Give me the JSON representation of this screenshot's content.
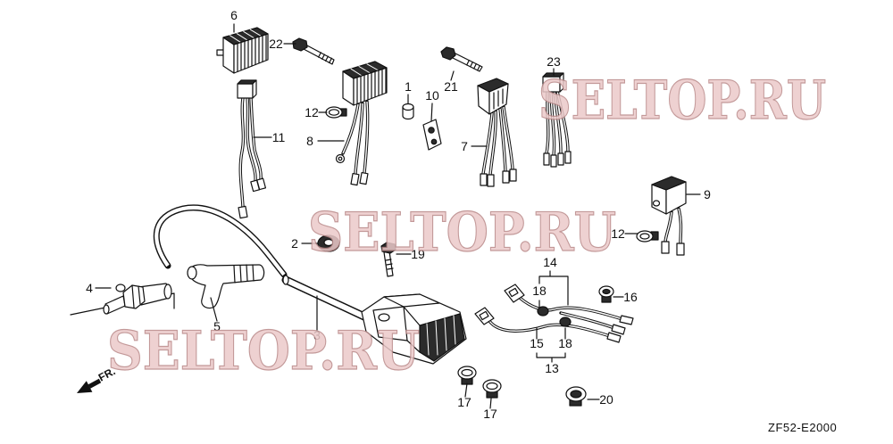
{
  "diagram": {
    "callouts": [
      "6",
      "22",
      "1",
      "10",
      "21",
      "23",
      "12",
      "11",
      "8",
      "7",
      "9",
      "2",
      "12",
      "19",
      "14",
      "4",
      "18",
      "16",
      "5",
      "3",
      "15",
      "18",
      "13",
      "17",
      "17",
      "20"
    ],
    "watermark": "SELTOP.RU",
    "front_marker": "FR.",
    "diagram_code": "ZF52-E2000"
  },
  "colors": {
    "line": "#111111",
    "background": "#ffffff",
    "watermark_fill": "#eccaca",
    "watermark_edge": "#b98888"
  }
}
